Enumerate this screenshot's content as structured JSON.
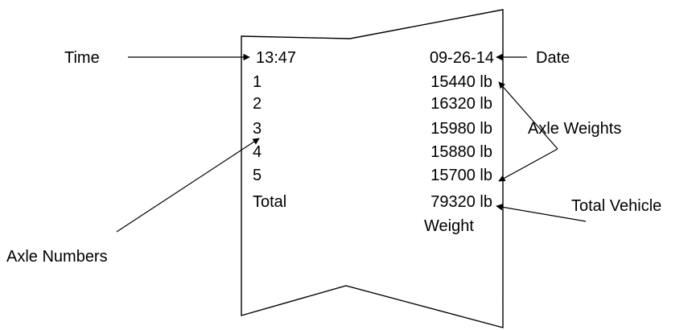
{
  "ticket": {
    "time": "13:47",
    "date": "09-26-14",
    "rows": [
      {
        "axle": "1",
        "weight": "15440 lb"
      },
      {
        "axle": "2",
        "weight": "16320 lb"
      },
      {
        "axle": "3",
        "weight": "15980 lb"
      },
      {
        "axle": "4",
        "weight": "15880 lb"
      },
      {
        "axle": "5",
        "weight": "15700 lb"
      }
    ],
    "total_label": "Total",
    "total_weight": "79320 lb"
  },
  "labels": {
    "time": "Time",
    "date": "Date",
    "axle_weights": "Axle Weights",
    "total_vehicle": "Total Vehicle",
    "weight": "Weight",
    "axle_numbers": "Axle Numbers"
  },
  "colors": {
    "stroke": "#000000",
    "text": "#000000",
    "background": "#ffffff"
  }
}
